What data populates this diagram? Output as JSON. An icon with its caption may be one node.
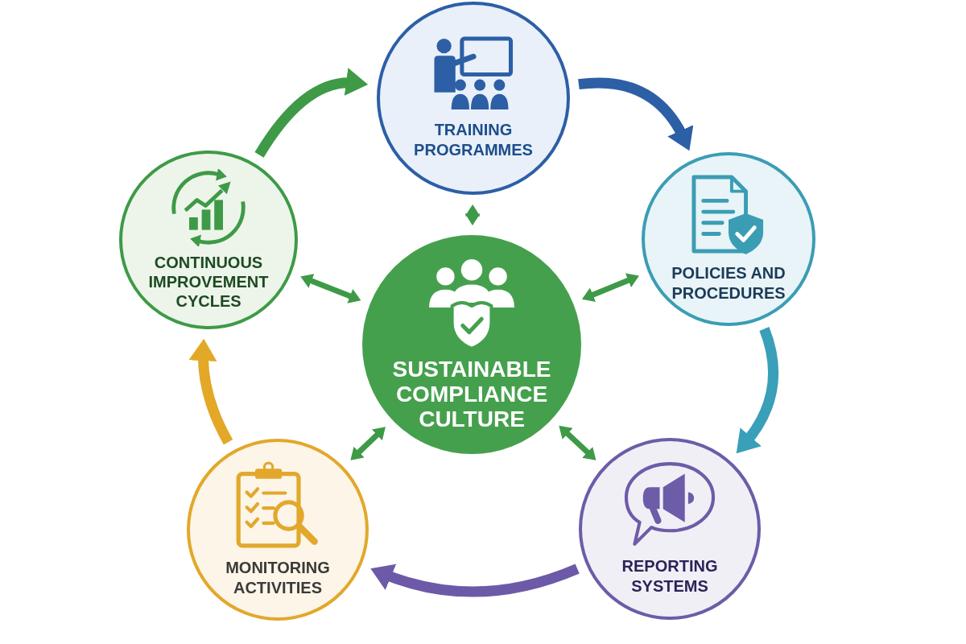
{
  "diagram": {
    "nodes": [
      {
        "text": [
          "TRAINING PROGRAMMES"
        ]
      },
      {
        "text": [
          "CONTINUOUS IMPROVEMENT CYCLES"
        ]
      },
      {
        "text": [
          "SUSTAINABLE COMPLIANCE CULTURE"
        ]
      },
      {
        "text": [
          "POLICIES AND PROCEDURES"
        ]
      },
      {
        "text": [
          "MONITORING ACTIVITIES"
        ]
      },
      {
        "text": [
          "REPORTING SYSTEMS"
        ]
      }
    ],
    "edges": [
      {
        "from": 0,
        "to": 3,
        "arrow": "to",
        "style": "thick",
        "color": "#2c5fa6"
      },
      {
        "from": 3,
        "to": 5,
        "arrow": "to",
        "style": "thick",
        "color": "#3a9fb8"
      },
      {
        "from": 5,
        "to": 4,
        "arrow": "to",
        "style": "thick",
        "color": "#6c5aa8"
      },
      {
        "from": 4,
        "to": 1,
        "arrow": "to",
        "style": "thick",
        "color": "#e3a827"
      },
      {
        "from": 1,
        "to": 0,
        "arrow": "to",
        "style": "thick"
      },
      {
        "from": 2,
        "to": 0,
        "arrow": "both"
      },
      {
        "from": 2,
        "to": 1,
        "arrow": "both"
      },
      {
        "from": 2,
        "to": 3,
        "arrow": "both"
      },
      {
        "from": 2,
        "to": 4,
        "arrow": "both"
      },
      {
        "from": 2,
        "to": 5,
        "arrow": "both"
      }
    ]
  }
}
